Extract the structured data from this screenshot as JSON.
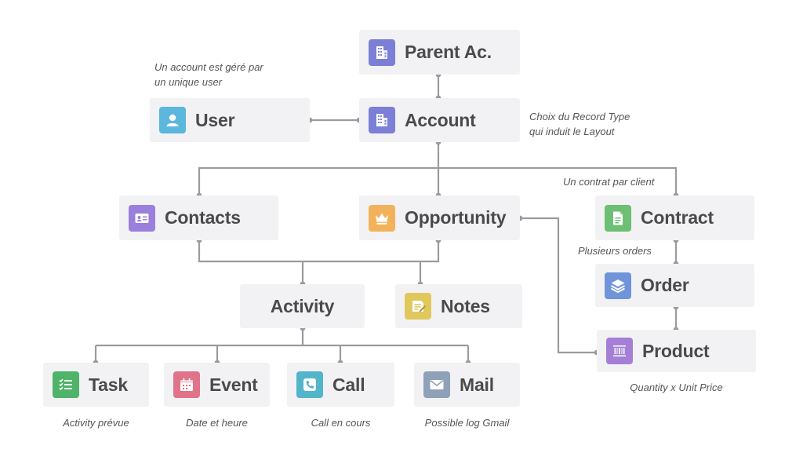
{
  "nodes": {
    "parent_account": {
      "label": "Parent Ac.",
      "icon": "building-icon",
      "color": "#7b7fd6"
    },
    "user": {
      "label": "User",
      "icon": "user-icon",
      "color": "#5bb7dc"
    },
    "account": {
      "label": "Account",
      "icon": "building-icon",
      "color": "#7b7fd6"
    },
    "contacts": {
      "label": "Contacts",
      "icon": "contact-card-icon",
      "color": "#9a7fdc"
    },
    "opportunity": {
      "label": "Opportunity",
      "icon": "crown-icon",
      "color": "#f2b25c"
    },
    "contract": {
      "label": "Contract",
      "icon": "document-icon",
      "color": "#6cbf73"
    },
    "activity": {
      "label": "Activity"
    },
    "notes": {
      "label": "Notes",
      "icon": "note-icon",
      "color": "#e0c85c"
    },
    "order": {
      "label": "Order",
      "icon": "layers-icon",
      "color": "#6f94d9"
    },
    "product": {
      "label": "Product",
      "icon": "barcode-icon",
      "color": "#a57fd6"
    },
    "task": {
      "label": "Task",
      "icon": "checklist-icon",
      "color": "#4fb36a"
    },
    "event": {
      "label": "Event",
      "icon": "calendar-icon",
      "color": "#e0728a"
    },
    "call": {
      "label": "Call",
      "icon": "phone-icon",
      "color": "#52b5c9"
    },
    "mail": {
      "label": "Mail",
      "icon": "mail-icon",
      "color": "#8fa1b8"
    }
  },
  "notes": {
    "user_account": [
      "Un account est géré par",
      "un unique user"
    ],
    "record_type": [
      "Choix du Record Type",
      "qui induit le Layout"
    ],
    "contract": "Un contrat par client",
    "orders": "Plusieurs orders",
    "product": "Quantity x Unit Price",
    "task": "Activity prévue",
    "event": "Date et heure",
    "call": "Call en cours",
    "mail": "Possible log Gmail"
  },
  "colors": {
    "connector": "#9b9b9b",
    "box": "#f2f2f4",
    "label": "#4a4a4a"
  }
}
